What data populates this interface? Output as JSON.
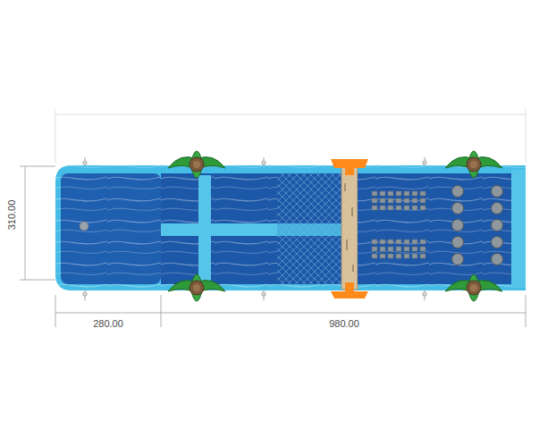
{
  "diagram": {
    "labels": [
      "310.00",
      "280.00",
      "980.00"
    ]
  }
}
